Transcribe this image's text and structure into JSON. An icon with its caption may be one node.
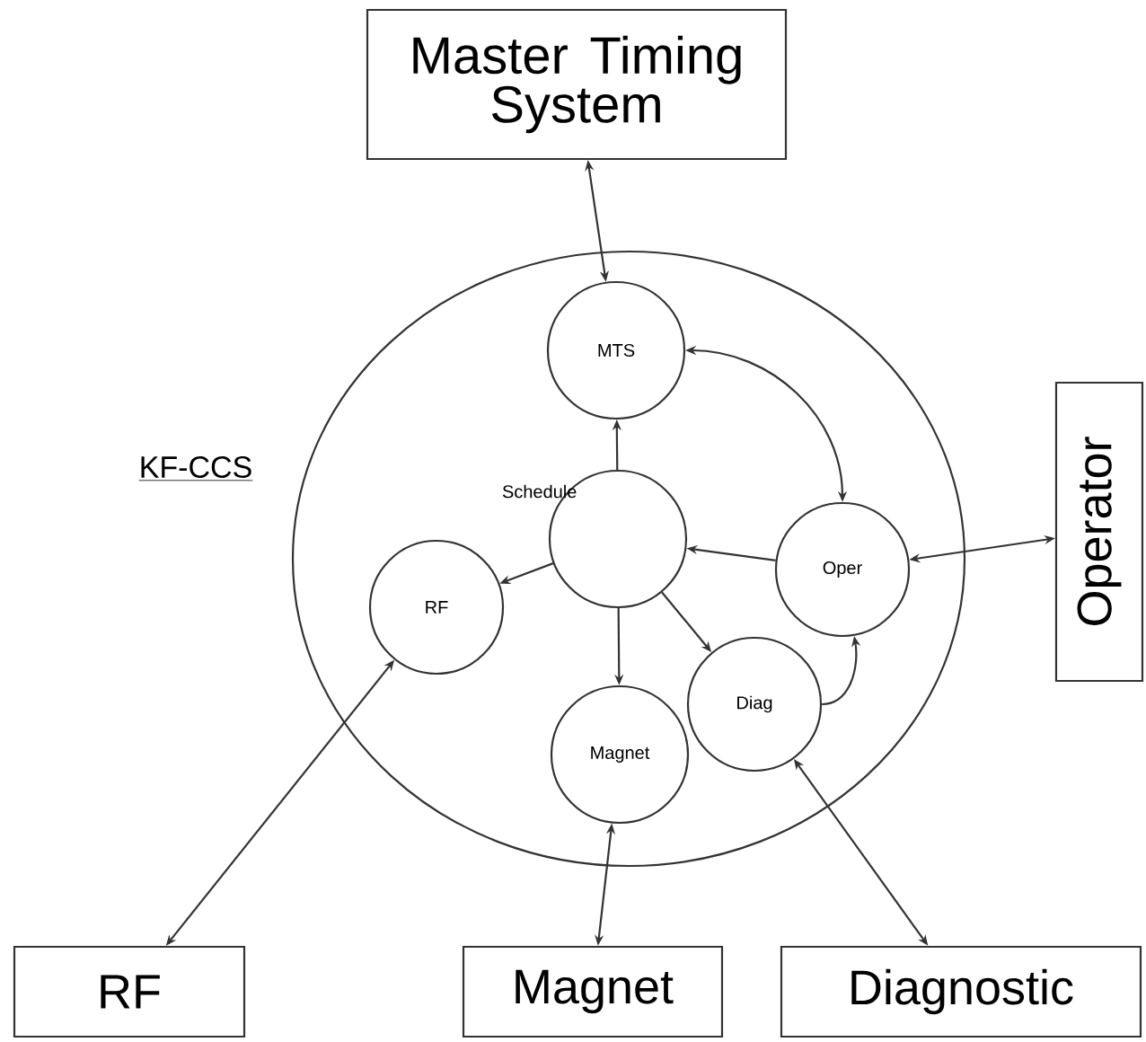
{
  "diagram": {
    "nodes": [
      {
        "text": [
          "Master Timing System"
        ]
      },
      {
        "text": [
          "KF-CCS"
        ]
      },
      {
        "text": [
          "MTS"
        ],
        "in": 1
      },
      {
        "text": [],
        "shape": "circle",
        "beside": [
          "Schedule"
        ],
        "in": 1
      },
      {
        "text": [
          "RF"
        ],
        "in": 1
      },
      {
        "text": [
          "Oper"
        ],
        "in": 1
      },
      {
        "text": [
          "Magnet"
        ],
        "in": 1
      },
      {
        "text": [
          "Diag"
        ],
        "in": 1
      },
      {
        "text": [
          "Operator"
        ]
      },
      {
        "text": [
          "RF"
        ]
      },
      {
        "text": [
          "Magnet"
        ]
      },
      {
        "text": [
          "Diagnostic"
        ]
      }
    ],
    "edges": [
      {
        "from": 0,
        "to": 2,
        "arrow": "both"
      },
      {
        "from": 2,
        "to": 5,
        "arrow": "both"
      },
      {
        "from": 3,
        "to": 2,
        "arrow": "to"
      },
      {
        "from": 5,
        "to": 3,
        "arrow": "to"
      },
      {
        "from": 3,
        "to": 4,
        "arrow": "to"
      },
      {
        "from": 3,
        "to": 6,
        "arrow": "to"
      },
      {
        "from": 3,
        "to": 7,
        "arrow": "to"
      },
      {
        "from": 7,
        "to": 5,
        "arrow": "to"
      },
      {
        "from": 5,
        "to": 8,
        "arrow": "both"
      },
      {
        "from": 4,
        "to": 9,
        "arrow": "both"
      },
      {
        "from": 6,
        "to": 10,
        "arrow": "both"
      },
      {
        "from": 7,
        "to": 11,
        "arrow": "both"
      }
    ]
  }
}
